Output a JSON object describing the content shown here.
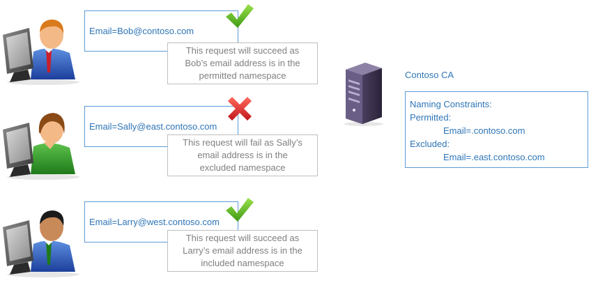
{
  "requests": [
    {
      "user": "Bob",
      "email_label": "Email=Bob@contoso.com",
      "status": "success",
      "status_icon": "green-checkmark-icon",
      "note_lines": [
        "This request will succeed as",
        "Bob’s email address is in the",
        "permitted namespace"
      ]
    },
    {
      "user": "Sally",
      "email_label": "Email=Sally@east.contoso.com",
      "status": "fail",
      "status_icon": "red-x-icon",
      "note_lines": [
        "This request will fail as Sally’s",
        "email address is in the",
        "excluded namespace"
      ]
    },
    {
      "user": "Larry",
      "email_label": "Email=Larry@west.contoso.com",
      "status": "success",
      "status_icon": "green-checkmark-icon",
      "note_lines": [
        "This request will succeed as",
        "Larry’s email address is in the",
        "included namespace"
      ]
    }
  ],
  "ca": {
    "title": "Contoso CA",
    "constraints_heading": "Naming Constraints:",
    "permitted_label": "Permitted:",
    "permitted_value": "Email=.contoso.com",
    "excluded_label": "Excluded:",
    "excluded_value": "Email=.east.contoso.com"
  },
  "colors": {
    "accent_blue": "#2e75b6",
    "box_border_blue": "#5b9bd5",
    "note_gray": "#7f7f7f",
    "check_green": "#6fbf26",
    "x_red": "#e0252b"
  }
}
